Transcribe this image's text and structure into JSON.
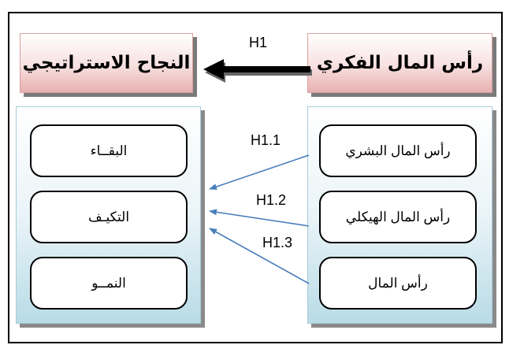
{
  "independent": {
    "title": "رأس المال الفكري",
    "items": [
      "رأس المال البشري",
      "رأس المال الهيكلي",
      "رأس المال"
    ]
  },
  "dependent": {
    "title": "النجاح الاستراتيجي",
    "items": [
      "البقــاء",
      "التكيـف",
      "النمــو"
    ]
  },
  "hypotheses": {
    "main": "H1",
    "sub": [
      "H1.1",
      "H1.2",
      "H1.3"
    ]
  },
  "colors": {
    "top_box_fill": "#f7e0e0",
    "panel_fill": "#b9dbe6",
    "sub_arrow": "#4a7ebb",
    "main_arrow": "#000000"
  }
}
